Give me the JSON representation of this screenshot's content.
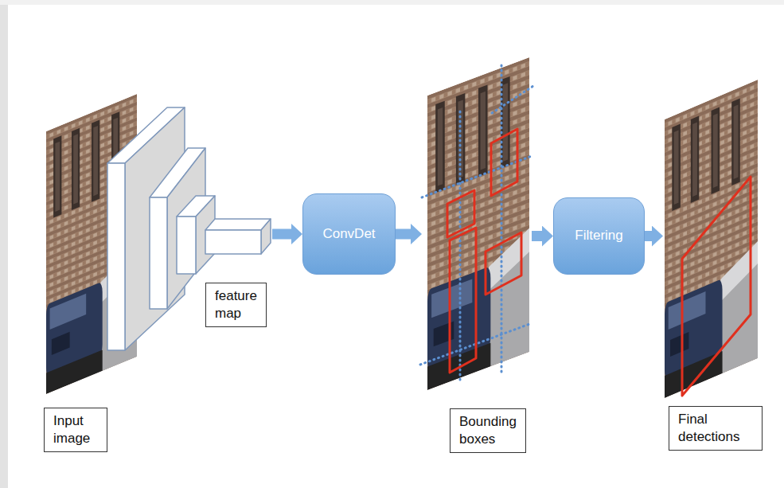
{
  "diagram": {
    "nodes": [
      {
        "text": [
          "Input image"
        ]
      },
      {
        "text": [
          "feature map"
        ]
      },
      {
        "text": [
          "ConvDet"
        ]
      },
      {
        "text": [
          "Bounding boxes"
        ]
      },
      {
        "text": [
          "Filtering"
        ]
      },
      {
        "text": [
          "Final detections"
        ]
      }
    ],
    "edges": [
      {
        "from": 1,
        "to": 2,
        "arrow": "to"
      },
      {
        "from": 2,
        "to": 3,
        "arrow": "to"
      },
      {
        "from": 3,
        "to": 4,
        "arrow": "to"
      },
      {
        "from": 4,
        "to": 5,
        "arrow": "to"
      }
    ]
  }
}
